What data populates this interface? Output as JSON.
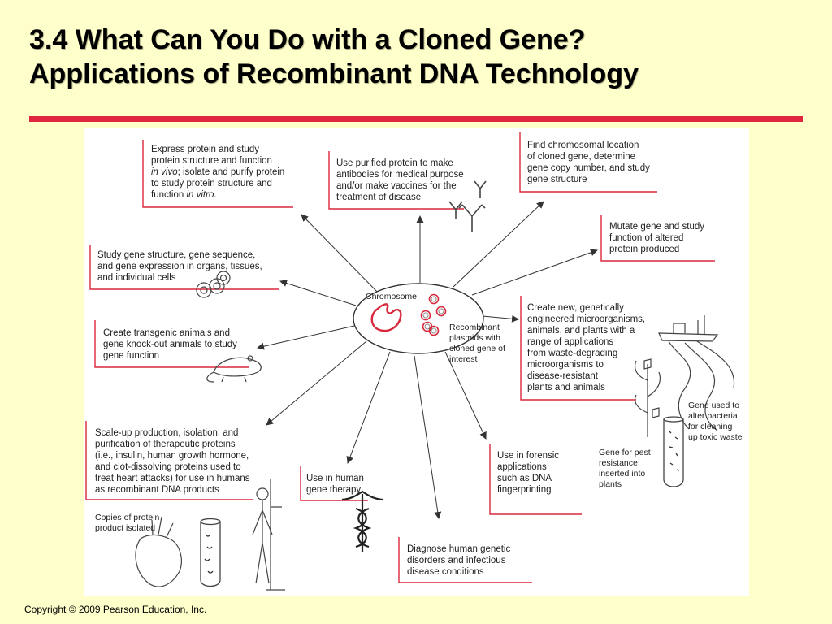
{
  "slide": {
    "title_line1": "3.4  What Can You Do with a Cloned Gene?",
    "title_line2": "Applications of Recombinant DNA Technology",
    "copyright": "Copyright © 2009 Pearson Education, Inc."
  },
  "center": {
    "chromosome_label": "Chromosome",
    "plasmid_label": [
      "Recombinant",
      "plasmids with",
      "cloned gene of",
      "interest"
    ]
  },
  "boxes": {
    "express": [
      "Express protein and study",
      "protein structure and function",
      "in vivo; isolate and purify protein",
      "to study protein structure and",
      "function in vitro."
    ],
    "antibodies": [
      "Use purified protein to make",
      "antibodies for medical purpose",
      "and/or make vaccines for the",
      "treatment of disease"
    ],
    "chromosomal": [
      "Find chromosomal location",
      "of cloned gene, determine",
      "gene copy number, and study",
      "gene structure"
    ],
    "mutate": [
      "Mutate gene and study",
      "function of altered",
      "protein produced"
    ],
    "structure": [
      "Study gene structure, gene sequence,",
      "and gene expression in organs, tissues,",
      "and individual cells"
    ],
    "transgenic": [
      "Create transgenic animals and",
      "gene knock-out animals to study",
      "gene function"
    ],
    "gmo": [
      "Create new, genetically",
      "engineered microorganisms,",
      "animals, and plants with a",
      "range of applications",
      "from waste-degrading",
      "microorganisms to",
      "disease-resistant",
      "plants and animals"
    ],
    "scaleup": [
      "Scale-up production, isolation, and",
      "purification of therapeutic proteins",
      "(i.e., insulin, human growth hormone,",
      "and clot-dissolving proteins used to",
      "treat heart attacks) for use in humans",
      "as recombinant DNA products"
    ],
    "genetherapy": [
      "Use in human",
      "gene therapy"
    ],
    "forensic": [
      "Use in forensic",
      "applications",
      "such as DNA",
      "fingerprinting"
    ],
    "diagnose": [
      "Diagnose human genetic",
      "disorders and infectious",
      "disease conditions"
    ]
  },
  "captions": {
    "protein_copies": [
      "Copies of protein",
      "product isolated"
    ],
    "pest": [
      "Gene for pest",
      "resistance",
      "inserted into",
      "plants"
    ],
    "bacteria": [
      "Gene used to",
      "alter bacteria",
      "for cleaning",
      "up toxic waste"
    ]
  },
  "colors": {
    "background": "#ffffcc",
    "rule": "#e0263f",
    "box_line": "#d8283c",
    "panel": "#ffffff"
  }
}
